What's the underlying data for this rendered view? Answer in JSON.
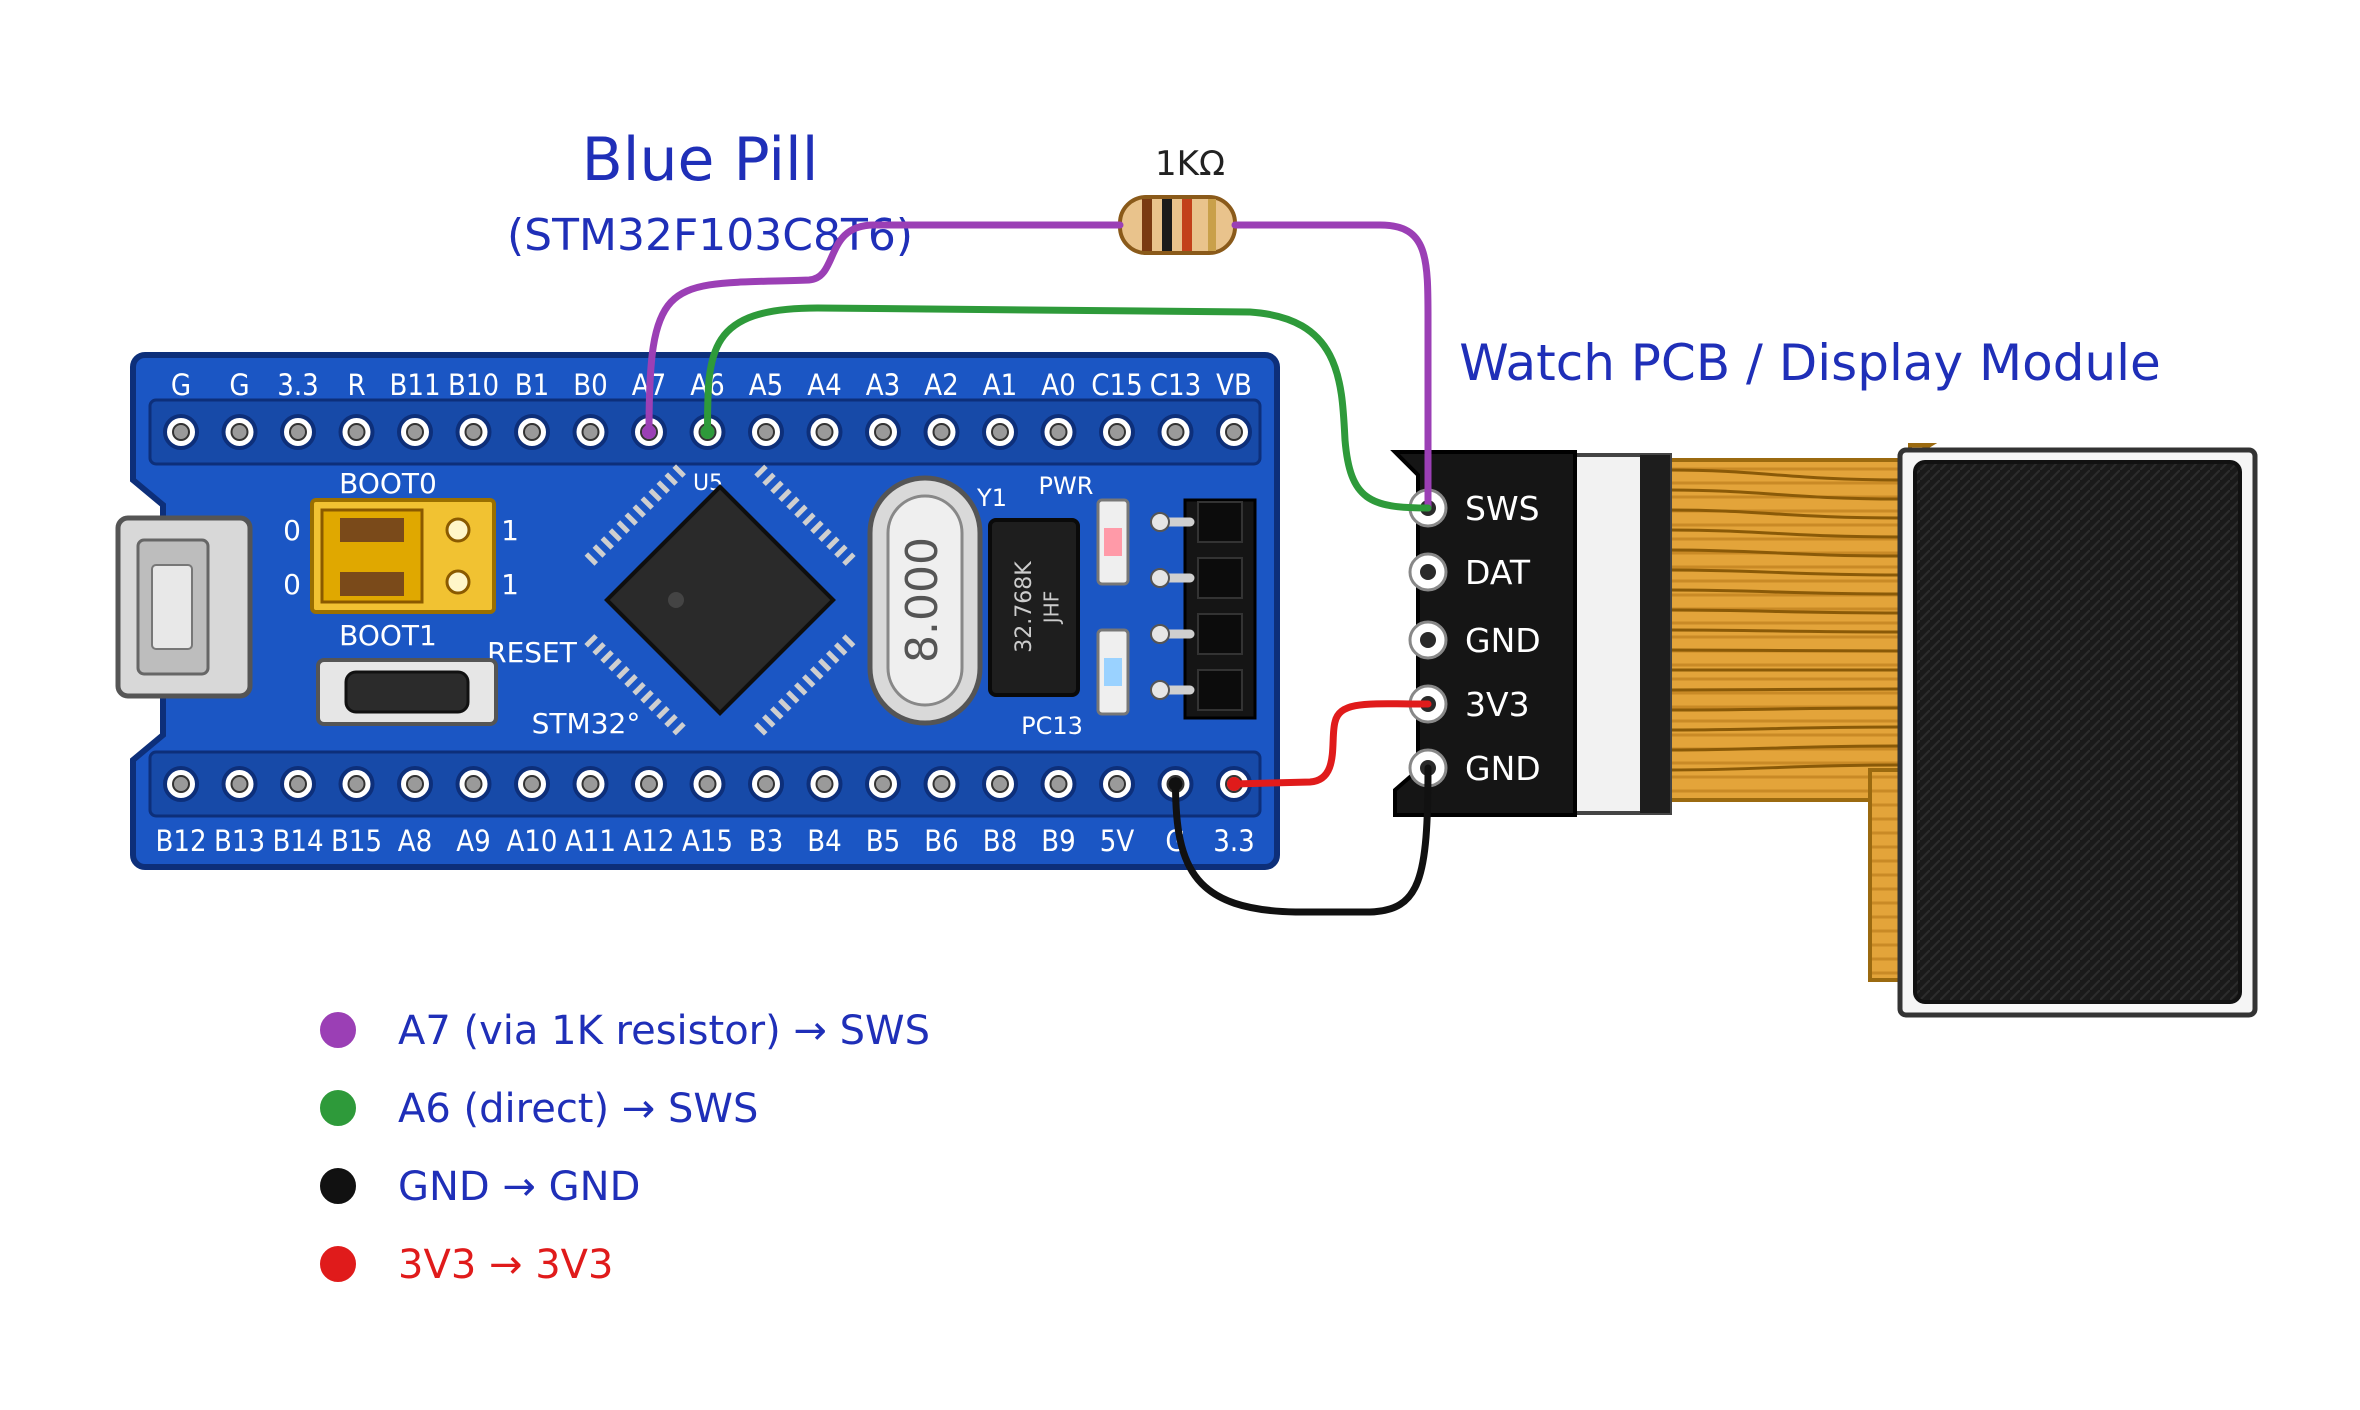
{
  "title": {
    "main": "Blue Pill",
    "sub": "(STM32F103C8T6)"
  },
  "module_title": "Watch PCB / Display Module",
  "resistor_label": "1KΩ",
  "board": {
    "top_pins": [
      "G",
      "G",
      "3.3",
      "R",
      "B11",
      "B10",
      "B1",
      "B0",
      "A7",
      "A6",
      "A5",
      "A4",
      "A3",
      "A2",
      "A1",
      "A0",
      "C15",
      "C13",
      "VB"
    ],
    "bottom_pins": [
      "B12",
      "B13",
      "B14",
      "B15",
      "A8",
      "A9",
      "A10",
      "A11",
      "A12",
      "A15",
      "B3",
      "B4",
      "B5",
      "B6",
      "B8",
      "B9",
      "5V",
      "G",
      "3.3"
    ],
    "boot0": "BOOT0",
    "boot1": "BOOT1",
    "zero_a": "0",
    "zero_b": "0",
    "one_a": "1",
    "one_b": "1",
    "reset": "RESET",
    "mcu_brand": "STM32°",
    "u5": "U5",
    "y1": "Y1",
    "pwr": "PWR",
    "pc13": "PC13",
    "crystal": "8.000",
    "osc_text_1": "32.768K",
    "osc_text_2": "JHF"
  },
  "module": {
    "pins": [
      "SWS",
      "DAT",
      "GND",
      "3V3",
      "GND"
    ]
  },
  "wire_colors": {
    "purple": "#9b3fb5",
    "green": "#2e9a3a",
    "black": "#111111",
    "red": "#e01b1b"
  },
  "legend": [
    {
      "color": "#9b3fb5",
      "text": "A7 (via 1K resistor) → SWS"
    },
    {
      "color": "#2e9a3a",
      "text": "A6 (direct) → SWS"
    },
    {
      "color": "#111111",
      "text": "GND → GND"
    },
    {
      "color": "#e01b1b",
      "text": "3V3 → 3V3"
    }
  ]
}
